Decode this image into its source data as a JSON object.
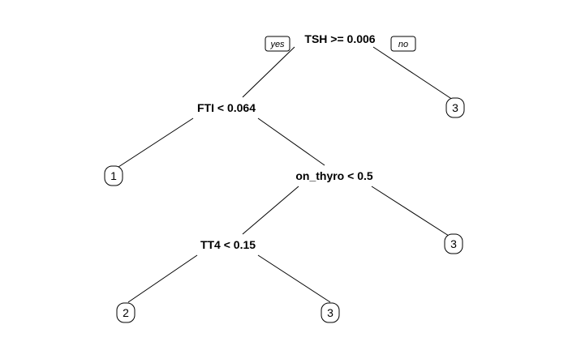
{
  "tree": {
    "root_condition": "TSH >= 0.006",
    "branch_yes_label": "yes",
    "branch_no_label": "no",
    "nodes": {
      "fti": "FTI < 0.064",
      "on_thyro": "on_thyro < 0.5",
      "tt4": "TT4 < 0.15"
    },
    "leaves": {
      "root_no": "3",
      "fti_yes": "1",
      "on_thyro_no": "3",
      "tt4_yes": "2",
      "tt4_no": "3"
    }
  }
}
